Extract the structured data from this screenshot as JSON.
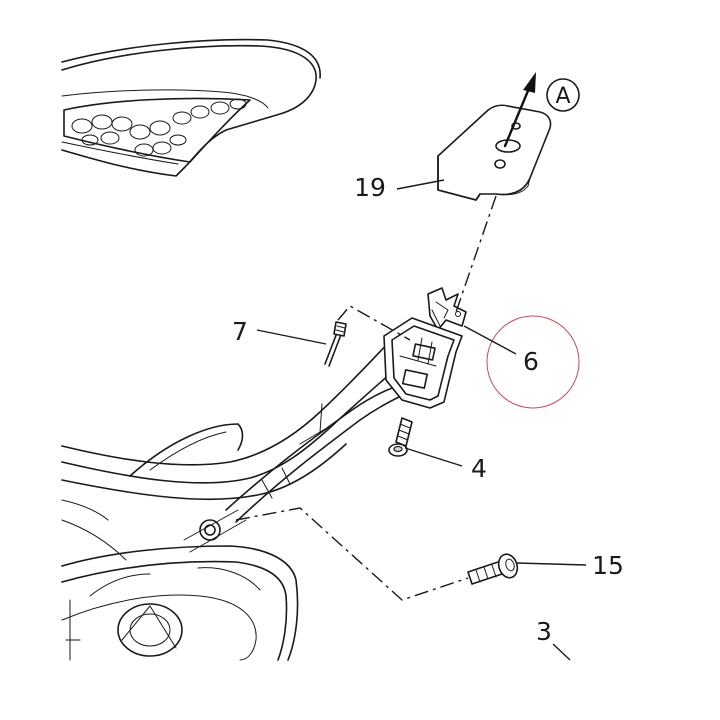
{
  "diagram": {
    "callouts": [
      {
        "id": "19",
        "label": "19"
      },
      {
        "id": "7",
        "label": "7"
      },
      {
        "id": "6",
        "label": "6"
      },
      {
        "id": "4",
        "label": "4"
      },
      {
        "id": "15",
        "label": "15"
      },
      {
        "id": "3",
        "label": "3"
      }
    ],
    "view_reference": "A",
    "highlight_color": "#c94a5a",
    "line_color": "#1a1a1a"
  }
}
